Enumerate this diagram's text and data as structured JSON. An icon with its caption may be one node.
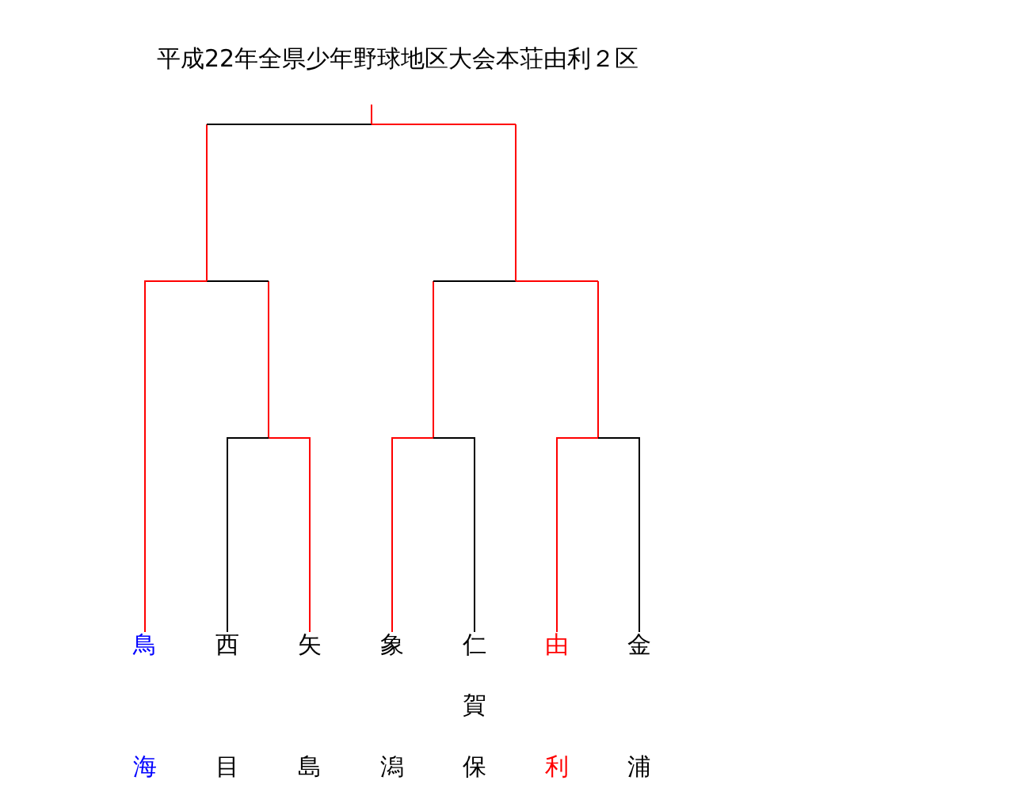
{
  "diagram": {
    "title": "平成22年全県少年野球地区大会本荘由利２区",
    "nodes": [
      {
        "text": [
          "鳥",
          "海"
        ]
      },
      {
        "text": [
          "西",
          "目"
        ]
      },
      {
        "text": [
          "矢",
          "島"
        ]
      },
      {
        "text": [
          "象",
          "潟"
        ]
      },
      {
        "text": [
          "仁賀保"
        ]
      },
      {
        "text": [
          "由",
          "利"
        ]
      },
      {
        "text": [
          "金",
          "浦"
        ]
      }
    ],
    "edges": [
      {
        "from": 0,
        "to": null,
        "arrow": "none",
        "color": "#ff0000"
      },
      {
        "from": 1,
        "to": null,
        "arrow": "none",
        "color": "#000000"
      },
      {
        "from": 2,
        "to": null,
        "arrow": "none",
        "color": "#ff0000"
      },
      {
        "from": 3,
        "to": null,
        "arrow": "none",
        "color": "#ff0000"
      },
      {
        "from": 4,
        "to": null,
        "arrow": "none",
        "color": "#000000"
      },
      {
        "from": 5,
        "to": null,
        "arrow": "none",
        "color": "#ff0000"
      },
      {
        "from": 6,
        "to": null,
        "arrow": "none",
        "color": "#000000"
      }
    ]
  }
}
